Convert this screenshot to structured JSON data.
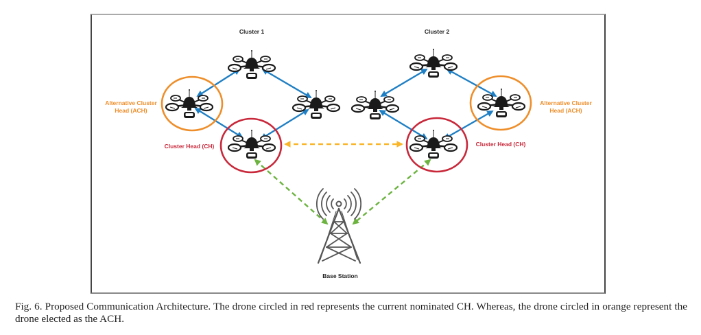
{
  "figure": {
    "clusters": [
      {
        "label": "Cluster 1"
      },
      {
        "label": "Cluster 2"
      }
    ],
    "labels": {
      "ach_left_line1": "Alternative Cluster",
      "ach_left_line2": "Head (ACH)",
      "ach_right_line1": "Alternative Cluster",
      "ach_right_line2": "Head (ACH)",
      "ch_left": "Cluster Head (CH)",
      "ch_right": "Cluster Head (CH)",
      "base_station": "Base Station"
    },
    "colors": {
      "intra_cluster_link": "#1f7fc4",
      "ch_to_ch_link": "#f9b62b",
      "ch_to_base_link": "#6cb33f",
      "ch_circle": "#c8283a",
      "ach_circle": "#ee8e2a",
      "ach_text": "#ee8e2a",
      "ch_text": "#c8283a",
      "drone": "#1a1a1a",
      "tower": "#555555"
    },
    "nodes": [
      {
        "id": "c1-top",
        "cluster": 1,
        "role": "member"
      },
      {
        "id": "c1-ach",
        "cluster": 1,
        "role": "ACH"
      },
      {
        "id": "c1-right",
        "cluster": 1,
        "role": "member"
      },
      {
        "id": "c1-ch",
        "cluster": 1,
        "role": "CH"
      },
      {
        "id": "c2-top",
        "cluster": 2,
        "role": "member"
      },
      {
        "id": "c2-left",
        "cluster": 2,
        "role": "member"
      },
      {
        "id": "c2-ach",
        "cluster": 2,
        "role": "ACH"
      },
      {
        "id": "c2-ch",
        "cluster": 2,
        "role": "CH"
      },
      {
        "id": "base",
        "role": "base-station"
      }
    ],
    "edges": [
      {
        "from": "c1-top",
        "to": "c1-ach",
        "type": "intra",
        "style": "solid",
        "bidirectional": true
      },
      {
        "from": "c1-top",
        "to": "c1-right",
        "type": "intra",
        "style": "solid",
        "bidirectional": true
      },
      {
        "from": "c1-ach",
        "to": "c1-ch",
        "type": "intra",
        "style": "solid",
        "bidirectional": true
      },
      {
        "from": "c1-right",
        "to": "c1-ch",
        "type": "intra",
        "style": "solid",
        "bidirectional": true
      },
      {
        "from": "c2-top",
        "to": "c2-left",
        "type": "intra",
        "style": "solid",
        "bidirectional": true
      },
      {
        "from": "c2-top",
        "to": "c2-ach",
        "type": "intra",
        "style": "solid",
        "bidirectional": true
      },
      {
        "from": "c2-left",
        "to": "c2-ch",
        "type": "intra",
        "style": "solid",
        "bidirectional": true
      },
      {
        "from": "c2-ach",
        "to": "c2-ch",
        "type": "intra",
        "style": "solid",
        "bidirectional": true
      },
      {
        "from": "c1-ch",
        "to": "c2-ch",
        "type": "inter-ch",
        "style": "dashed",
        "bidirectional": true
      },
      {
        "from": "c1-ch",
        "to": "base",
        "type": "ch-base",
        "style": "dashed",
        "bidirectional": true
      },
      {
        "from": "c2-ch",
        "to": "base",
        "type": "ch-base",
        "style": "dashed",
        "bidirectional": true
      }
    ]
  },
  "caption": {
    "text": "Fig. 6.  Proposed Communication Architecture. The drone circled in red represents the current nominated CH. Whereas, the drone circled in orange represent the drone elected as the ACH."
  }
}
